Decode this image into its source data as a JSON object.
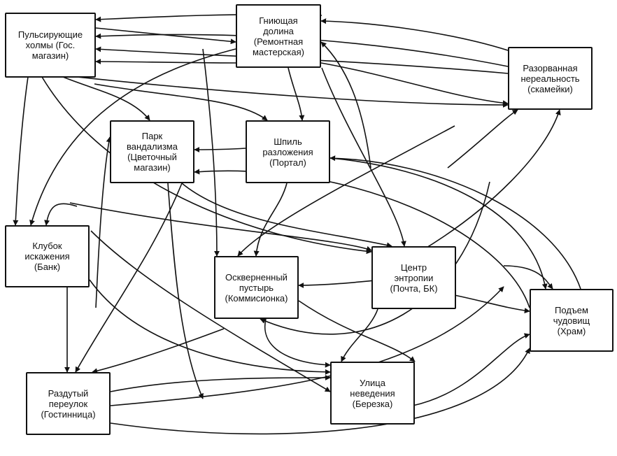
{
  "diagram": {
    "colors": {
      "line": "#111111",
      "box_fill": "#ffffff",
      "background": "#ffffff"
    },
    "nodes": {
      "gniyushchaya": "Гниющая\nдолина\n(Ремонтная\nмастерская)",
      "pulsiruyushchie": "Пульсирующие\nхолмы (Гос.\nмагазин)",
      "razorvannaya": "Разорванная\nнереальность\n(скамейки)",
      "park": "Парк\nвандализма\n(Цветочный\nмагазин)",
      "shpil": "Шпиль\nразложения\n(Портал)",
      "klubok": "Клубок\nискажения\n(Банк)",
      "oskvernenny": "Оскверненный\nпустырь\n(Коммисионка)",
      "tsentr": "Центр\nэнтропии\n(Почта, БК)",
      "podem": "Подъем\nчудовищ\n(Храм)",
      "razduty": "Раздутый\nпереулок\n(Гостинница)",
      "ulitsa": "Улица\nневедения\n(Березка)"
    }
  }
}
